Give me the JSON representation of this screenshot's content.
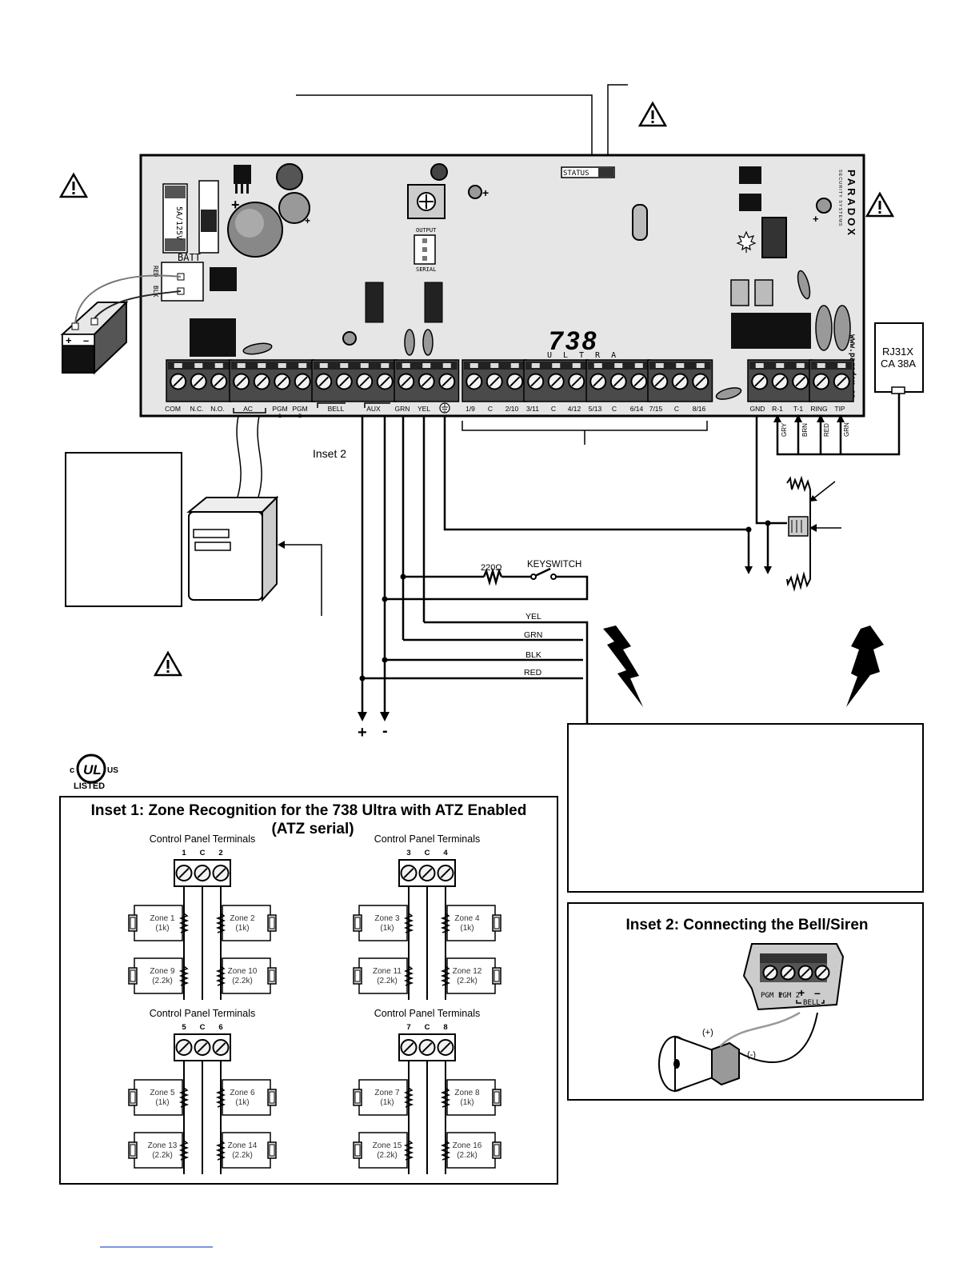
{
  "panel": {
    "brand": "PARADOX",
    "brand_sub": "SECURITY SYSTEMS",
    "model": "738",
    "model_sub": "ULTRA",
    "website": "www.paradox.ca",
    "fuse_label": "5A/125V",
    "batt_label": "BATT",
    "batt_red": "RED",
    "batt_blk": "BLK",
    "status_label": "STATUS",
    "output_label": "OUTPUT",
    "serial_label": "SERIAL"
  },
  "terminals": {
    "labels": [
      "COM",
      "N.C.",
      "N.O.",
      "AC",
      "PGM 1",
      "PGM 2",
      "BELL",
      "AUX",
      "GRN",
      "YEL",
      "1/9",
      "C",
      "2/10",
      "3/11",
      "C",
      "4/12",
      "5/13",
      "C",
      "6/14",
      "7/15",
      "C",
      "8/16",
      "GND",
      "R-1",
      "T-1",
      "RING",
      "TIP"
    ]
  },
  "phone": {
    "jack_line1": "RJ31X",
    "jack_line2": "CA 38A",
    "wire_colors": [
      "GRY",
      "BRN",
      "RED",
      "GRN"
    ]
  },
  "wiring": {
    "inset2_ref": "Inset 2",
    "resistor": "220Ω",
    "keyswitch": "KEYSWITCH",
    "bus_colors": [
      "YEL",
      "GRN",
      "BLK",
      "RED"
    ],
    "plus": "+",
    "minus": "-"
  },
  "ul": {
    "ul_mark": "UL",
    "c": "c",
    "us": "US",
    "listed": "LISTED"
  },
  "inset1": {
    "title_line1": "Inset 1: Zone Recognition for the 738 Ultra with ATZ Enabled",
    "title_line2": "(ATZ serial)",
    "groups": [
      {
        "caption": "Control Panel Terminals",
        "terms": [
          "1",
          "C",
          "2"
        ],
        "zones": [
          {
            "name": "Zone 1",
            "r": "(1k)"
          },
          {
            "name": "Zone 2",
            "r": "(1k)"
          },
          {
            "name": "Zone 9",
            "r": "(2.2k)"
          },
          {
            "name": "Zone 10",
            "r": "(2.2k)"
          }
        ]
      },
      {
        "caption": "Control Panel Terminals",
        "terms": [
          "3",
          "C",
          "4"
        ],
        "zones": [
          {
            "name": "Zone 3",
            "r": "(1k)"
          },
          {
            "name": "Zone 4",
            "r": "(1k)"
          },
          {
            "name": "Zone 11",
            "r": "(2.2k)"
          },
          {
            "name": "Zone 12",
            "r": "(2.2k)"
          }
        ]
      },
      {
        "caption": "Control Panel Terminals",
        "terms": [
          "5",
          "C",
          "6"
        ],
        "zones": [
          {
            "name": "Zone 5",
            "r": "(1k)"
          },
          {
            "name": "Zone 6",
            "r": "(1k)"
          },
          {
            "name": "Zone 13",
            "r": "(2.2k)"
          },
          {
            "name": "Zone 14",
            "r": "(2.2k)"
          }
        ]
      },
      {
        "caption": "Control Panel Terminals",
        "terms": [
          "7",
          "C",
          "8"
        ],
        "zones": [
          {
            "name": "Zone 7",
            "r": "(1k)"
          },
          {
            "name": "Zone 8",
            "r": "(1k)"
          },
          {
            "name": "Zone 15",
            "r": "(2.2k)"
          },
          {
            "name": "Zone 16",
            "r": "(2.2k)"
          }
        ]
      }
    ]
  },
  "inset2": {
    "title": "Inset 2: Connecting the Bell/Siren",
    "pgm1": "PGM 1",
    "pgm2": "PGM 2",
    "bell": "BELL",
    "plus_label": "(+)",
    "minus_label": "(-)"
  }
}
